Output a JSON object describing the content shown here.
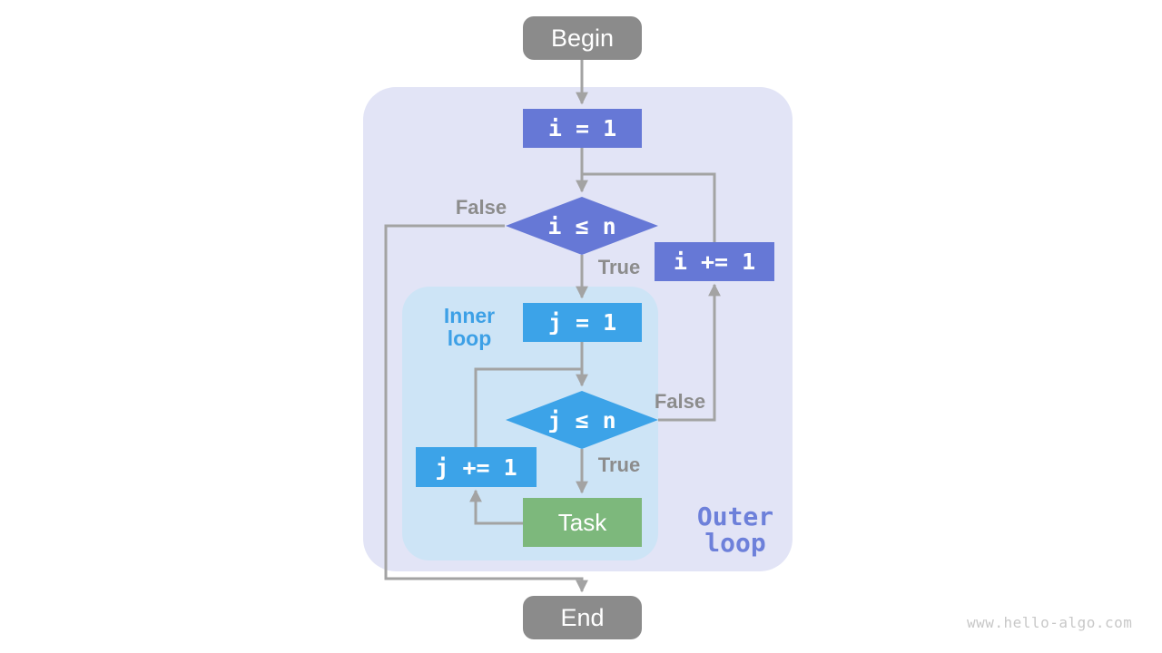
{
  "watermark": "www.hello-algo.com",
  "nodes": {
    "begin": "Begin",
    "init_i": "i = 1",
    "cond_i": "i ≤ n",
    "inc_i": "i += 1",
    "init_j": "j = 1",
    "cond_j": "j ≤ n",
    "inc_j": "j += 1",
    "task": "Task",
    "end": "End"
  },
  "edge_labels": {
    "outer_false": "False",
    "outer_true": "True",
    "inner_false": "False",
    "inner_true": "True"
  },
  "region_labels": {
    "inner": {
      "line1": "Inner",
      "line2": "loop"
    },
    "outer": {
      "line1": "Outer",
      "line2": "loop"
    }
  },
  "colors": {
    "page_bg": "#ffffff",
    "node_purple": "#6678d6",
    "node_blue": "#3ca3e8",
    "node_green": "#7db87c",
    "node_gray": "#8b8b8b",
    "node_text": "#ffffff",
    "outer_region_bg": "#e2e4f6",
    "inner_region_bg": "#cde4f6",
    "arrow": "#a3a3a3",
    "edge_label": "#8c8c8c",
    "inner_label": "#3da0e6",
    "outer_label": "#6d80da",
    "watermark": "#c8c8c8"
  }
}
